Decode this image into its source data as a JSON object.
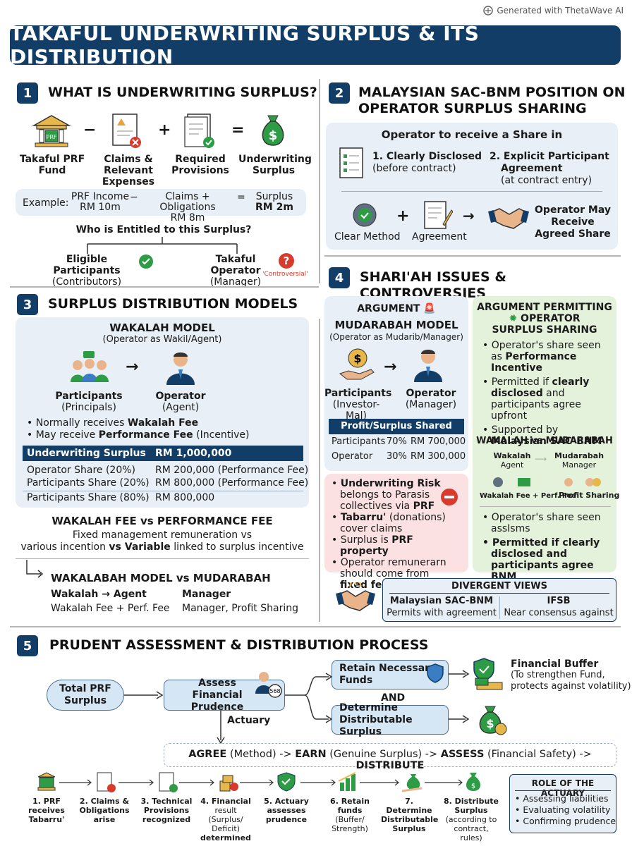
{
  "watermark": "Generated with ThetaWave AI",
  "title": "TAKAFUL UNDERWRITING SURPLUS & ITS DISTRIBUTION",
  "s1": {
    "num": "1",
    "title": "WHAT IS UNDERWRITING SURPLUS?",
    "eq": [
      {
        "l1": "Takaful PRF",
        "l2": "Fund"
      },
      {
        "op": "−"
      },
      {
        "l1": "Claims &",
        "l2": "Relevant",
        "l3": "Expenses"
      },
      {
        "op": "+"
      },
      {
        "l1": "Required",
        "l2": "Provisions"
      },
      {
        "op": "="
      },
      {
        "l1": "Underwriting",
        "l2": "Surplus"
      }
    ],
    "ex_label": "Example:",
    "ex_a1": "PRF Income",
    "ex_a2": "RM 10m",
    "ex_op1": "−",
    "ex_b1": "Claims + Obligations",
    "ex_b2": "RM 8m",
    "ex_op2": "=",
    "ex_c1": "Surplus",
    "ex_c2": "RM 2m",
    "question": "Who is Entitled to this Surplus?",
    "left1": "Eligible Participants",
    "left2": "(Contributors)",
    "right1": "Takaful Operator",
    "right2": "(Manager)",
    "controversial": "'Controversial'"
  },
  "s2": {
    "num": "2",
    "title1": "MALAYSIAN SAC-BNM POSITION ON",
    "title2": "OPERATOR SURPLUS SHARING",
    "head": "Operator to receive a Share in",
    "c1a": "1. Clearly Disclosed",
    "c1b": "(before contract)",
    "c2a": "2. Explicit Participant",
    "c2b": "Agreement",
    "c2c": "(at contract entry)",
    "m1": "Clear Method",
    "plus": "+",
    "m2": "Agreement",
    "r1": "Operator May",
    "r2": "Receive",
    "r3": "Agreed Share"
  },
  "s3": {
    "num": "3",
    "title": "SURPLUS DISTRIBUTION MODELS",
    "model": "WAKALAH MODEL",
    "model_sub": "(Operator as Wakil/Agent)",
    "p1": "Participants",
    "p2": "(Principals)",
    "o1": "Operator",
    "o2": "(Agent)",
    "b1a": "Normally receives ",
    "b1b": "Wakalah Fee",
    "b2a": "May receive ",
    "b2b": "Performance Fee",
    "b2c": " (Incentive)",
    "table": [
      {
        "a": "Underwriting Surplus",
        "b": "RM 1,000,000"
      },
      {
        "a": "Operator Share (20%)",
        "b": "RM 200,000 (Performance Fee)"
      },
      {
        "a": "Participants Share (20%)",
        "b": "RM 800,000 (Performance Fee)"
      },
      {
        "a": "Participants Share (80%)",
        "b": "RM 800,000"
      }
    ],
    "fee_title": "WAKALAH FEE vs PERFORMANCE FEE",
    "fee1": "Fixed management remuneration vs",
    "fee2a": "various incention ",
    "fee2b": "vs Variable",
    "fee2c": " linked to surplus incentive",
    "cmp_title": "WAKALABAH MODEL vs MUDARABAH",
    "cmp_l1a": "Wakalah",
    "cmp_l1b": "Agent",
    "cmp_l2": "Wakalah Fee + Perf. Fee",
    "cmp_r1": "Manager",
    "cmp_r2": "Manager, Profit Sharing"
  },
  "s4": {
    "num": "4",
    "title": "SHARI'AH ISSUES & CONTROVERSIES",
    "arg": "ARGUMENT",
    "mud": "MUDARABAH MODEL",
    "mud_sub": "(Operator as Mudarib/Manager)",
    "p1": "Participants",
    "p2": "(Investor-Mal)",
    "o1": "Operator",
    "o2": "(Manager)",
    "tbl_head": "Profit/Surplus Shared",
    "tbl": [
      {
        "a": "Participants",
        "b": "70%",
        "c": "RM 700,000"
      },
      {
        "a": "Operator",
        "b": "30%",
        "c": "RM 300,000"
      }
    ],
    "red": [
      {
        "b": "Underwriting Risk",
        "t": " belongs to Parasis collectives via ",
        "b2": "PRF"
      },
      {
        "b": "Tabarru'",
        "t": " (donations) cover claims"
      },
      {
        "t": "Surplus is ",
        "b2": "PRF property"
      },
      {
        "t": "Operator remunerarn should come from ",
        "b2": "fixed fees"
      }
    ],
    "g_title1": "ARGUMENT PERMITTING",
    "g_title2": "OPERATOR",
    "g_title3": "SURPLUS SHARING",
    "g_bul": [
      {
        "t": "Operator's share seen as ",
        "b": "Performance Incentive"
      },
      {
        "t": "Permitted if ",
        "b": "clearly disclosed",
        "t2": " and participants agree upfront"
      },
      {
        "t": "Supported by ",
        "b": "Malaysian SAC-BNM"
      }
    ],
    "wm_title": "WAKALAH vs MUDARABAH",
    "wm_l1": "Wakalah",
    "wm_l2": "Agent",
    "wm_r1": "Mudarabah",
    "wm_r2": "Manager",
    "wm_l3": "Wakalah Fee + Perf. Fee",
    "wm_r3": "Profit Sharing",
    "g_bul2a": "Operator's share seen assIsms",
    "g_bul2b": "Permitted if clearly disclosed and participants agree BNM",
    "dv_title": "DIVERGENT VIEWS",
    "dv_l1": "Malaysian SAC-BNM",
    "dv_l2": "Permits with agreement",
    "dv_r1": "IFSB",
    "dv_r2": "Near consensus against"
  },
  "s5": {
    "num": "5",
    "title": "PRUDENT ASSESSMENT & DISTRIBUTION PROCESS",
    "total1": "Total PRF",
    "total2": "Surplus",
    "assess1": "Assess",
    "assess2": "Financial Prudence",
    "actuary": "Actuary",
    "retain1": "Retain Necessary",
    "retain2": "Funds",
    "and": "AND",
    "det1": "Determine",
    "det2": "Distributable Surplus",
    "fb1": "Financial Buffer",
    "fb2": "(To strengthen Fund,",
    "fb3": "protects against volatility)",
    "flow": [
      {
        "b": "AGREE",
        "t": " (Method) -> "
      },
      {
        "b": "EARN",
        "t": " (Genuine Surplus) -> "
      },
      {
        "b": "ASSESS",
        "t": " (Financial Safety) -> "
      },
      {
        "b": "DISTRIBUTE",
        "t": ""
      }
    ],
    "steps": [
      {
        "b": "1. PRF receives Tabarru'",
        "n": ""
      },
      {
        "b": "2. Claims & Obligations arise",
        "n": ""
      },
      {
        "b": "3. Technical Provisions recognized",
        "n": ""
      },
      {
        "b": "4. Financial",
        "n": "result (Surplus/ Deficit)",
        "b2": "determined"
      },
      {
        "b": "5. Actuary assesses prudence",
        "n": ""
      },
      {
        "b": "6. Retain funds",
        "n": "(Buffer/ Strength)"
      },
      {
        "b": "7. Determine Distributable Surplus",
        "n": ""
      },
      {
        "b": "8. Distribute Surplus",
        "n": "(according to contract, rules)"
      }
    ],
    "role_title": "ROLE OF THE ACTUARY",
    "role": [
      "Assessing liabilities",
      "Evaluating volatility",
      "Confirming prudence"
    ]
  },
  "colors": {
    "navy": "#123d66",
    "green": "#2e9b45",
    "red": "#d93a2b",
    "panel": "#e8eff6",
    "redpanel": "#fbe1e1",
    "greenpanel": "#e4f2db"
  }
}
